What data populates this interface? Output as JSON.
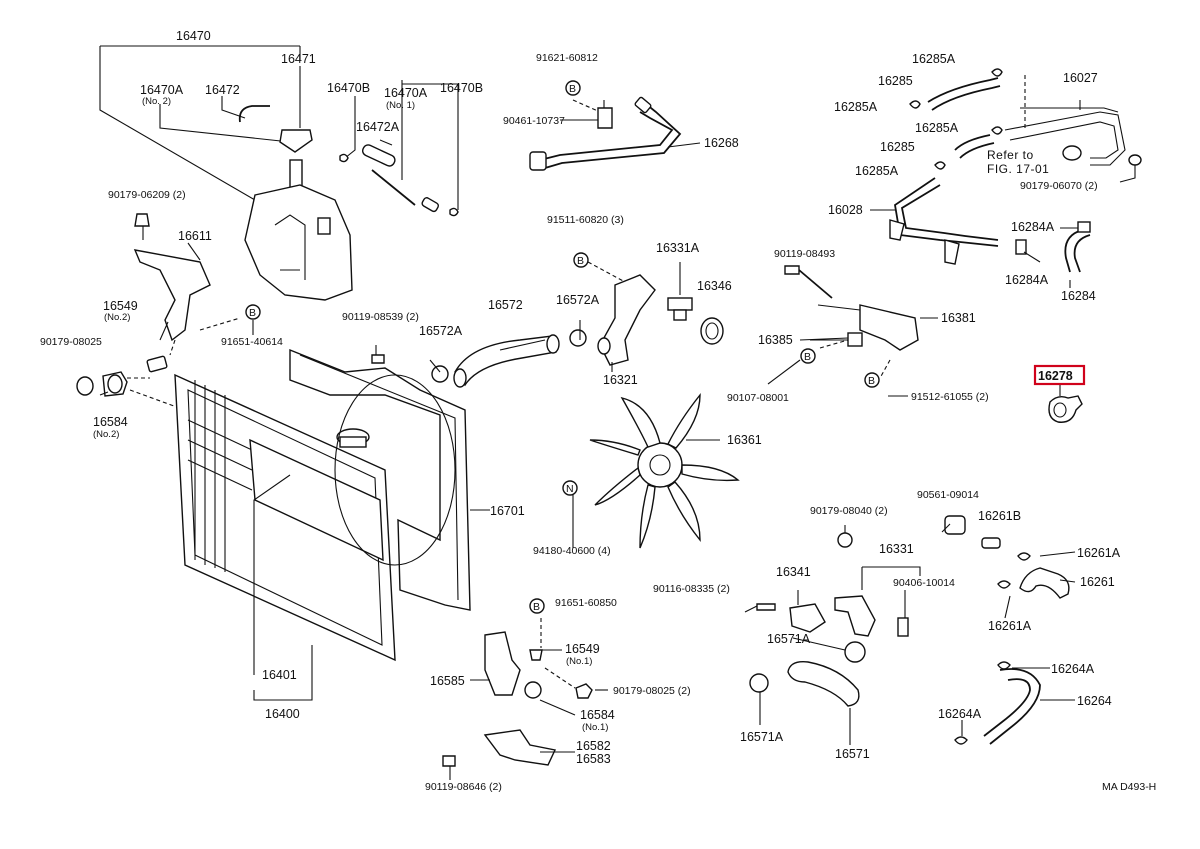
{
  "highlight": {
    "part": "16278",
    "color": "#d0021b"
  },
  "labels": {
    "p16470": "16470",
    "p16471": "16471",
    "p16470A": "16470A",
    "p16470A_sub": "(No. 2)",
    "p16472": "16472",
    "p16470B_l": "16470B",
    "p16470A_r": "16470A",
    "p16470A_r_sub": "(No. 1)",
    "p16470B_r": "16470B",
    "p16472A": "16472A",
    "p90179_06209": "90179-06209 (2)",
    "p16611": "16611",
    "p16549_l": "16549",
    "p16549_l_sub": "(No.2)",
    "p91651_40614": "91651-40614",
    "p90179_08025_l": "90179-08025",
    "p16584_l": "16584",
    "p16584_l_sub": "(No.2)",
    "p91621_60812": "91621-60812",
    "p90461_10737": "90461-10737",
    "p16268": "16268",
    "p91511_60820": "91511-60820 (3)",
    "p16331A": "16331A",
    "p16346": "16346",
    "p90119_08539": "90119-08539 (2)",
    "p16572": "16572",
    "p16572A_a": "16572A",
    "p16572A_b": "16572A",
    "p16321": "16321",
    "p16361": "16361",
    "p94180_40600": "94180-40600 (4)",
    "p16701": "16701",
    "p16401": "16401",
    "p16400": "16400",
    "p16285A_1": "16285A",
    "p16285": "16285",
    "p16027": "16027",
    "p16285A_2": "16285A",
    "p16285A_3": "16285A",
    "p16285_b": "16285",
    "p16285A_4": "16285A",
    "refer1": "Refer to",
    "refer2": "FIG. 17-01",
    "p90179_06070": "90179-06070 (2)",
    "p16028": "16028",
    "p16284A_a": "16284A",
    "p16284A_b": "16284A",
    "p16284": "16284",
    "p90119_08493": "90119-08493",
    "p16381": "16381",
    "p16385": "16385",
    "p90107_08001": "90107-08001",
    "p91512_61055": "91512-61055 (2)",
    "p16278": "16278",
    "p90179_08040": "90179-08040 (2)",
    "p90561_09014": "90561-09014",
    "p16261B": "16261B",
    "p16261A_a": "16261A",
    "p16261": "16261",
    "p16261A_b": "16261A",
    "p16331": "16331",
    "p90406_10014": "90406-10014",
    "p16341": "16341",
    "p90116_08335": "90116-08335 (2)",
    "p16571A": "16571A",
    "p16571A_b": "16571A",
    "p16571": "16571",
    "p16264A_a": "16264A",
    "p16264": "16264",
    "p16264A_b": "16264A",
    "p91651_60850": "91651-60850",
    "p16549_m": "16549",
    "p16549_m_sub": "(No.1)",
    "p16585": "16585",
    "p90179_08025_m": "90179-08025 (2)",
    "p16584_m": "16584",
    "p16584_m_sub": "(No.1)",
    "p16582": "16582",
    "p16583": "16583",
    "p90119_08646": "90119-08646 (2)",
    "ref_code": "MA D493-H",
    "marker_B": "B",
    "marker_N": "N"
  }
}
